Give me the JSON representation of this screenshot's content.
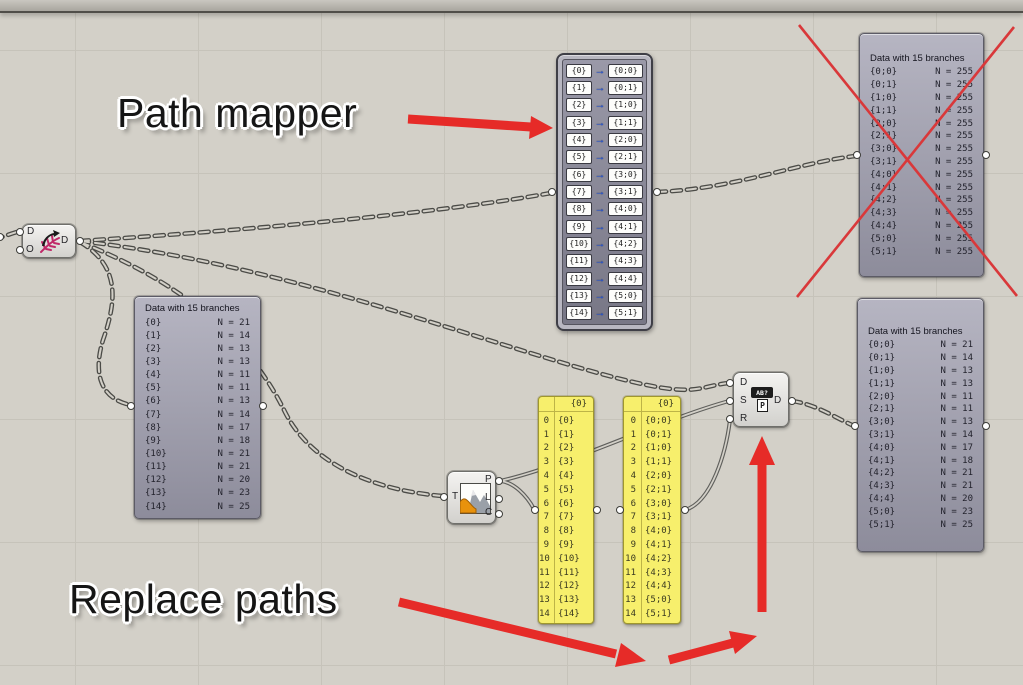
{
  "annotations": {
    "path_mapper_label": "Path mapper",
    "replace_paths_label": "Replace paths"
  },
  "colors": {
    "canvas": "#d3d0c8",
    "wire": "#4b4b47",
    "accent_red": "#e62b28",
    "cross_red": "#d9383a",
    "panel": "#a9a8b6",
    "yellow": "#f7ef6c"
  },
  "path_mapper": {
    "arrow": "→",
    "rows": [
      {
        "src": "{0}",
        "dst": "{0;0}"
      },
      {
        "src": "{1}",
        "dst": "{0;1}"
      },
      {
        "src": "{2}",
        "dst": "{1;0}"
      },
      {
        "src": "{3}",
        "dst": "{1;1}"
      },
      {
        "src": "{4}",
        "dst": "{2;0}"
      },
      {
        "src": "{5}",
        "dst": "{2;1}"
      },
      {
        "src": "{6}",
        "dst": "{3;0}"
      },
      {
        "src": "{7}",
        "dst": "{3;1}"
      },
      {
        "src": "{8}",
        "dst": "{4;0}"
      },
      {
        "src": "{9}",
        "dst": "{4;1}"
      },
      {
        "src": "{10}",
        "dst": "{4;2}"
      },
      {
        "src": "{11}",
        "dst": "{4;3}"
      },
      {
        "src": "{12}",
        "dst": "{4;4}"
      },
      {
        "src": "{13}",
        "dst": "{5;0}"
      },
      {
        "src": "{14}",
        "dst": "{5;1}"
      }
    ]
  },
  "panel_source": {
    "title": "Data with 15 branches",
    "rows": [
      {
        "path": "{0}",
        "n_label": "N = 21"
      },
      {
        "path": "{1}",
        "n_label": "N = 14"
      },
      {
        "path": "{2}",
        "n_label": "N = 13"
      },
      {
        "path": "{3}",
        "n_label": "N = 13"
      },
      {
        "path": "{4}",
        "n_label": "N = 11"
      },
      {
        "path": "{5}",
        "n_label": "N = 11"
      },
      {
        "path": "{6}",
        "n_label": "N = 13"
      },
      {
        "path": "{7}",
        "n_label": "N = 14"
      },
      {
        "path": "{8}",
        "n_label": "N = 17"
      },
      {
        "path": "{9}",
        "n_label": "N = 18"
      },
      {
        "path": "{10}",
        "n_label": "N = 21"
      },
      {
        "path": "{11}",
        "n_label": "N = 21"
      },
      {
        "path": "{12}",
        "n_label": "N = 20"
      },
      {
        "path": "{13}",
        "n_label": "N = 23"
      },
      {
        "path": "{14}",
        "n_label": "N = 25"
      }
    ]
  },
  "panel_crossed": {
    "title": "Data with 15 branches",
    "rows": [
      {
        "path": "{0;0}",
        "n_label": "N = 255"
      },
      {
        "path": "{0;1}",
        "n_label": "N = 255"
      },
      {
        "path": "{1;0}",
        "n_label": "N = 255"
      },
      {
        "path": "{1;1}",
        "n_label": "N = 255"
      },
      {
        "path": "{2;0}",
        "n_label": "N = 255"
      },
      {
        "path": "{2;1}",
        "n_label": "N = 255"
      },
      {
        "path": "{3;0}",
        "n_label": "N = 255"
      },
      {
        "path": "{3;1}",
        "n_label": "N = 255"
      },
      {
        "path": "{4;0}",
        "n_label": "N = 255"
      },
      {
        "path": "{4;1}",
        "n_label": "N = 255"
      },
      {
        "path": "{4;2}",
        "n_label": "N = 255"
      },
      {
        "path": "{4;3}",
        "n_label": "N = 255"
      },
      {
        "path": "{4;4}",
        "n_label": "N = 255"
      },
      {
        "path": "{5;0}",
        "n_label": "N = 255"
      },
      {
        "path": "{5;1}",
        "n_label": "N = 255"
      }
    ]
  },
  "panel_result": {
    "title": "Data with 15 branches",
    "rows": [
      {
        "path": "{0;0}",
        "n_label": "N = 21"
      },
      {
        "path": "{0;1}",
        "n_label": "N = 14"
      },
      {
        "path": "{1;0}",
        "n_label": "N = 13"
      },
      {
        "path": "{1;1}",
        "n_label": "N = 13"
      },
      {
        "path": "{2;0}",
        "n_label": "N = 11"
      },
      {
        "path": "{2;1}",
        "n_label": "N = 11"
      },
      {
        "path": "{3;0}",
        "n_label": "N = 13"
      },
      {
        "path": "{3;1}",
        "n_label": "N = 14"
      },
      {
        "path": "{4;0}",
        "n_label": "N = 17"
      },
      {
        "path": "{4;1}",
        "n_label": "N = 18"
      },
      {
        "path": "{4;2}",
        "n_label": "N = 21"
      },
      {
        "path": "{4;3}",
        "n_label": "N = 21"
      },
      {
        "path": "{4;4}",
        "n_label": "N = 20"
      },
      {
        "path": "{5;0}",
        "n_label": "N = 23"
      },
      {
        "path": "{5;1}",
        "n_label": "N = 25"
      }
    ]
  },
  "yellow_left": {
    "header": "{0}",
    "rows": [
      {
        "i": "0",
        "v": "{0}"
      },
      {
        "i": "1",
        "v": "{1}"
      },
      {
        "i": "2",
        "v": "{2}"
      },
      {
        "i": "3",
        "v": "{3}"
      },
      {
        "i": "4",
        "v": "{4}"
      },
      {
        "i": "5",
        "v": "{5}"
      },
      {
        "i": "6",
        "v": "{6}"
      },
      {
        "i": "7",
        "v": "{7}"
      },
      {
        "i": "8",
        "v": "{8}"
      },
      {
        "i": "9",
        "v": "{9}"
      },
      {
        "i": "10",
        "v": "{10}"
      },
      {
        "i": "11",
        "v": "{11}"
      },
      {
        "i": "12",
        "v": "{12}"
      },
      {
        "i": "13",
        "v": "{13}"
      },
      {
        "i": "14",
        "v": "{14}"
      }
    ]
  },
  "yellow_right": {
    "header": "{0}",
    "rows": [
      {
        "i": "0",
        "v": "{0;0}"
      },
      {
        "i": "1",
        "v": "{0;1}"
      },
      {
        "i": "2",
        "v": "{1;0}"
      },
      {
        "i": "3",
        "v": "{1;1}"
      },
      {
        "i": "4",
        "v": "{2;0}"
      },
      {
        "i": "5",
        "v": "{2;1}"
      },
      {
        "i": "6",
        "v": "{3;0}"
      },
      {
        "i": "7",
        "v": "{3;1}"
      },
      {
        "i": "8",
        "v": "{4;0}"
      },
      {
        "i": "9",
        "v": "{4;1}"
      },
      {
        "i": "10",
        "v": "{4;2}"
      },
      {
        "i": "11",
        "v": "{4;3}"
      },
      {
        "i": "12",
        "v": "{4;4}"
      },
      {
        "i": "13",
        "v": "{5;0}"
      },
      {
        "i": "14",
        "v": "{5;1}"
      }
    ]
  },
  "components": {
    "tree_source": {
      "inputs": [
        "D",
        "O"
      ],
      "output": "D"
    },
    "tree_stats": {
      "input": "T",
      "outputs": [
        "P",
        "L",
        "C"
      ]
    },
    "replace_paths": {
      "inputs": [
        "D",
        "S",
        "R"
      ],
      "output": "D",
      "icon_text": "AB?",
      "icon_sub": "P"
    }
  }
}
